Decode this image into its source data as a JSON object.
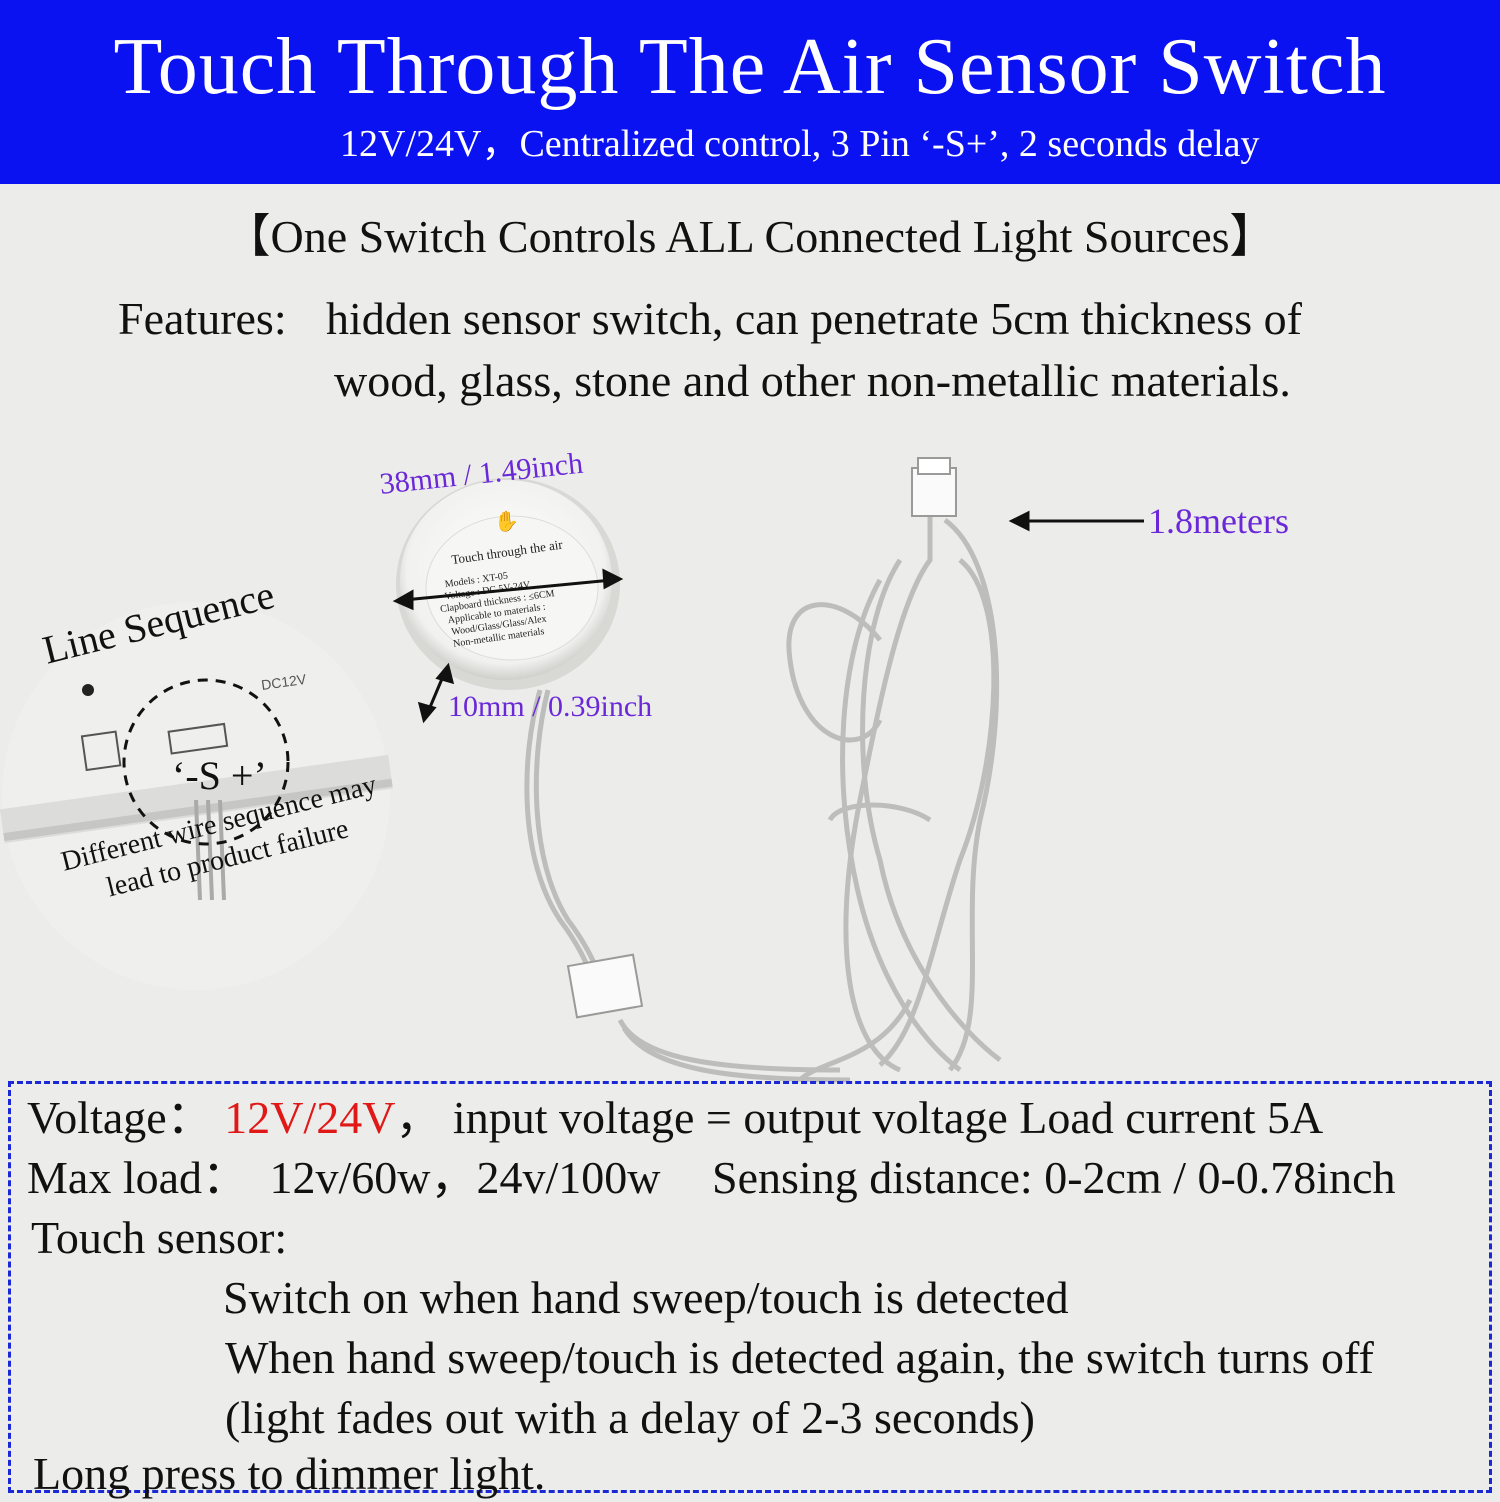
{
  "header": {
    "title": "Touch Through The Air Sensor Switch",
    "subtitle": "12V/24V，Centralized control, 3 Pin ‘-S+’, 2 seconds delay",
    "bg_color": "#0b12f2"
  },
  "headline": "【One Switch Controls ALL Connected Light Sources】",
  "features": {
    "label": "Features:",
    "line1": "hidden sensor switch, can penetrate 5cm thickness of",
    "line2": "wood, glass, stone and other non-metallic materials."
  },
  "dimensions": {
    "diameter": "38mm / 1.49inch",
    "thickness": "10mm / 0.39inch",
    "cable_length": "1.8meters",
    "color": "#6a28d8"
  },
  "sensor_label": {
    "brand": "Touch through the air",
    "lines": [
      "Models : XT-05",
      "Voltage : DC 5V-24V",
      "Clapboard thickness : ≤6CM",
      "Applicable to materials :",
      "Wood/Glass/Glass/Alex",
      "Non-metallic materials"
    ]
  },
  "line_sequence": {
    "title": "Line Sequence",
    "code": "‘-S +’",
    "warning_line1": "Different wire sequence may",
    "warning_line2": "lead to product failure",
    "pcb_mark": "DC12V"
  },
  "specs": {
    "voltage_label": "Voltage：",
    "voltage_value": "12V/24V",
    "voltage_rest": "，  input voltage = output voltage Load current 5A",
    "maxload_label": "Max load：",
    "maxload_value": "12v/60w，24v/100w",
    "sensing": "Sensing distance: 0-2cm / 0-0.78inch",
    "touch_label": "Touch sensor:",
    "touch_line1": "Switch on when hand sweep/touch is detected",
    "touch_line2": "When hand sweep/touch is detected again, the switch turns off",
    "touch_line3": "(light fades out with a delay of 2-3 seconds)",
    "long_press": "Long press to dimmer light.",
    "accent_color": "#e01818",
    "border_color": "#1a28d8"
  }
}
